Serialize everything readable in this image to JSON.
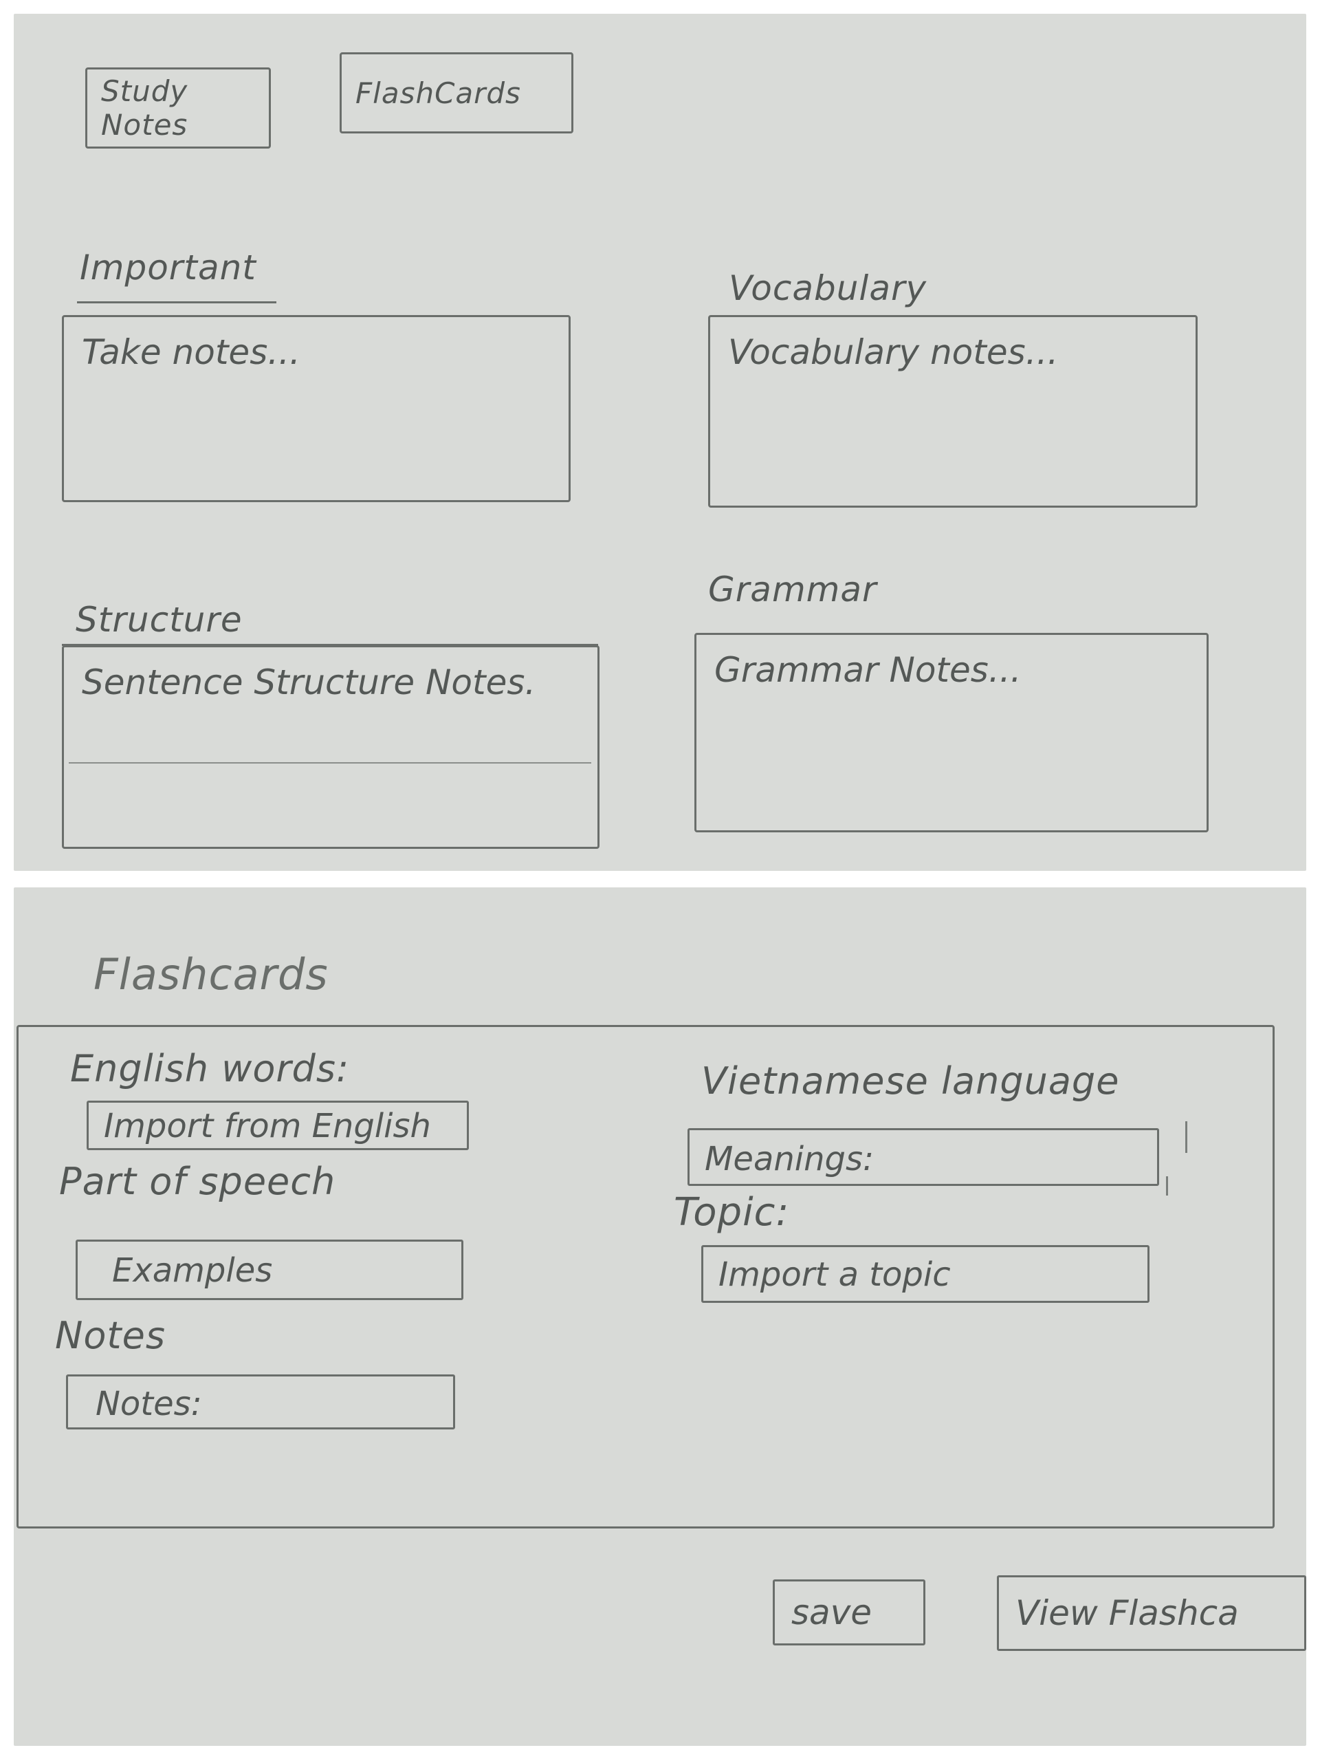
{
  "tabs": {
    "study_notes": "Study Notes",
    "flashcards": "FlashCards"
  },
  "notes": {
    "important": {
      "label": "Important",
      "placeholder": "Take notes..."
    },
    "vocabulary": {
      "label": "Vocabulary",
      "placeholder": "Vocabulary notes..."
    },
    "structure": {
      "label": "Structure",
      "placeholder": "Sentence Structure Notes."
    },
    "grammar": {
      "label": "Grammar",
      "placeholder": "Grammar Notes..."
    }
  },
  "flashcards": {
    "title": "Flashcards",
    "english_label": "English words:",
    "english_placeholder": "Import from English",
    "pos_label": "Part of speech",
    "examples_placeholder": "Examples",
    "notes_label": "Notes",
    "notes_placeholder": "Notes:",
    "vietnamese_label": "Vietnamese language",
    "meanings_placeholder": "Meanings:",
    "topic_label": "Topic:",
    "topic_placeholder": "Import a topic"
  },
  "buttons": {
    "save": "save",
    "view_flashcards": "View Flashca"
  }
}
